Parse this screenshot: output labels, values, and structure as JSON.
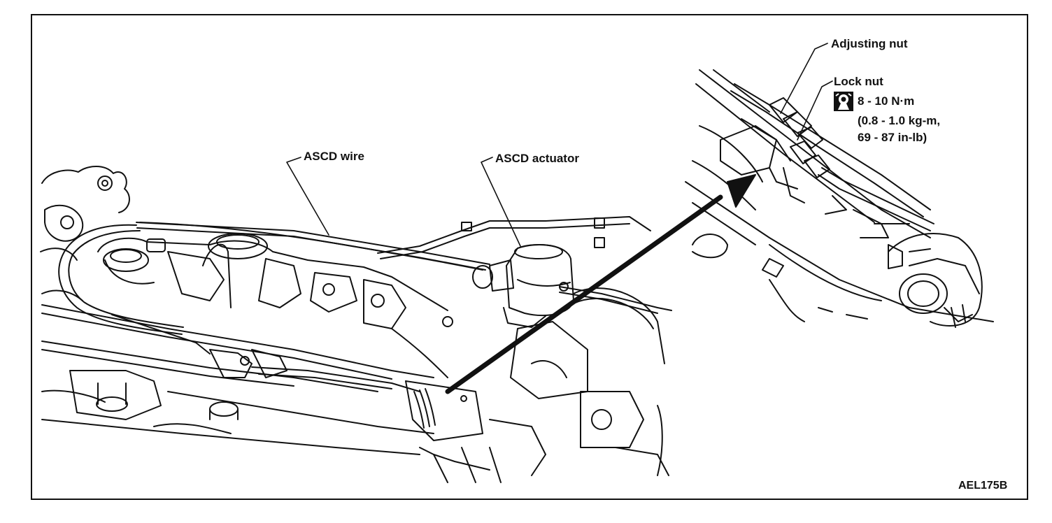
{
  "labels": {
    "adjusting_nut": "Adjusting nut",
    "lock_nut": "Lock nut",
    "torque_main": "8 - 10 N·m",
    "torque_kgm": "(0.8 - 1.0 kg-m,",
    "torque_inlb": "69 - 87 in-lb)",
    "ascd_wire": "ASCD wire",
    "ascd_actuator": "ASCD actuator",
    "figure_code": "AEL175B"
  },
  "icons": {
    "torque": "torque-wrench-icon"
  }
}
